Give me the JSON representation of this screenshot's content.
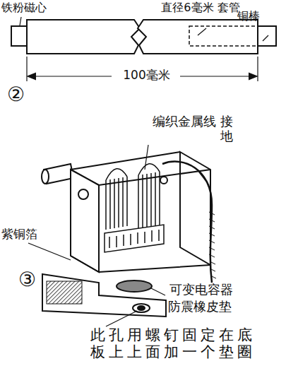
{
  "diagram": {
    "labels": [
      "铁粉磁心",
      "直径6毫米 套管",
      "铜棒",
      "100毫米",
      "②",
      "编织金属线 接地",
      "紫铜箔",
      "③",
      "可变电容器",
      "防震橡皮垫",
      "此孔用螺钉固定在底 板上上面加一个垫圈"
    ]
  }
}
